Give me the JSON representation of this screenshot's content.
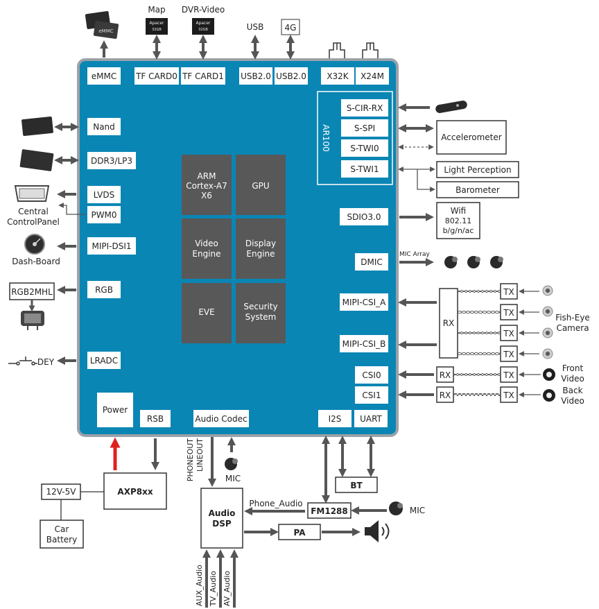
{
  "soc": {
    "top_blocks": [
      "eMMC",
      "TF CARD0",
      "TF CARD1",
      "USB2.0",
      "USB2.0",
      "X32K",
      "X24M"
    ],
    "left_blocks": [
      "Nand",
      "DDR3/LP3",
      "LVDS",
      "PWM0",
      "MIPI-DSI1",
      "RGB",
      "LRADC"
    ],
    "bottom_blocks": [
      "Power",
      "RSB",
      "Audio Codec",
      "I2S",
      "UART"
    ],
    "right_blocks": [
      "SDIO3.0",
      "DMIC",
      "MIPI-CSI_A",
      "MIPI-CSI_B",
      "CSI0",
      "CSI1"
    ],
    "ar100": {
      "title": "AR100",
      "blocks": [
        "S-CIR-RX",
        "S-SPI",
        "S-TWI0",
        "S-TWI1"
      ]
    },
    "cores": [
      {
        "key": "arm",
        "lines": [
          "ARM",
          "Cortex-A7",
          "X6"
        ]
      },
      {
        "key": "gpu",
        "lines": [
          "GPU"
        ]
      },
      {
        "key": "video",
        "lines": [
          "Video",
          "Engine"
        ]
      },
      {
        "key": "display",
        "lines": [
          "Display",
          "Engine"
        ]
      },
      {
        "key": "eve",
        "lines": [
          "EVE"
        ]
      },
      {
        "key": "security",
        "lines": [
          "Security",
          "System"
        ]
      }
    ]
  },
  "top_external": {
    "map": "Map",
    "dvr": "DVR-Video",
    "usb": "USB",
    "g4": "4G",
    "emmc_chip": "eMMC",
    "sd_brand": "Apacer",
    "sd_size": "32GB"
  },
  "left_external": {
    "central_panel": [
      "Central",
      "ControlPanel"
    ],
    "dash_board": "Dash-Board",
    "rgb2mhl": "RGB2MHL",
    "dey": "DEY"
  },
  "right_external": {
    "accelerometer": "Accelerometer",
    "light_perception": "Light Perception",
    "barometer": "Barometer",
    "wifi": [
      "Wifi",
      "802.11",
      "b/g/n/ac"
    ],
    "mic_array": "MIC Array",
    "rx": "RX",
    "tx": "TX",
    "fish_eye": [
      "Fish-Eye",
      "Camera"
    ],
    "front_video": [
      "Front",
      "Video"
    ],
    "back_video": [
      "Back",
      "Video"
    ]
  },
  "bottom_external": {
    "axp": "AXP8xx",
    "v12_5": "12V-5V",
    "car_battery": [
      "Car",
      "Battery"
    ],
    "phoneout": "PHONEOUT",
    "lineout": "LINEOUT",
    "mic": "MIC",
    "audio_dsp": [
      "Audio",
      "DSP"
    ],
    "phone_audio": "Phone_Audio",
    "fm1288": "FM1288",
    "bt": "BT",
    "pa": "PA",
    "mic2": "MIC",
    "aux_audio": "AUX_Audio",
    "tv_audio": "TV_Audio",
    "av_audio": "AV_Audio"
  },
  "colors": {
    "soc_fill": "#0a86b4",
    "core_fill": "#585858",
    "arrow": "#555555",
    "power_arrow": "#e02020",
    "soc_border": "#9aa2a8"
  }
}
